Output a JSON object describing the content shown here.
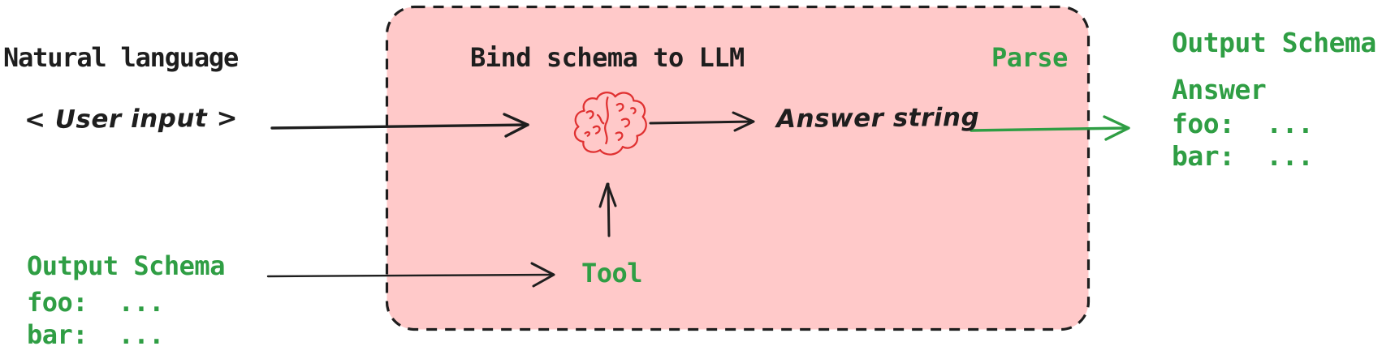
{
  "diagram": {
    "left_input": {
      "title": "Natural language",
      "value": "< User input >"
    },
    "schema_box": {
      "title": "Bind schema to LLM",
      "parse_label": "Parse",
      "tool_label": "Tool",
      "answer_label": "Answer string",
      "brain_icon": "brain-icon"
    },
    "input_schema": {
      "title": "Output Schema",
      "foo_line": "foo:  ...",
      "bar_line": "bar:  ..."
    },
    "output_schema": {
      "title": "Output Schema",
      "answer_line": "Answer",
      "foo_line": "foo:  ...",
      "bar_line": "bar:  ..."
    },
    "colors": {
      "box_fill": "#ffc9c9",
      "ink": "#1e1e1e",
      "green": "#2f9e44",
      "brain_red": "#e03131"
    }
  }
}
